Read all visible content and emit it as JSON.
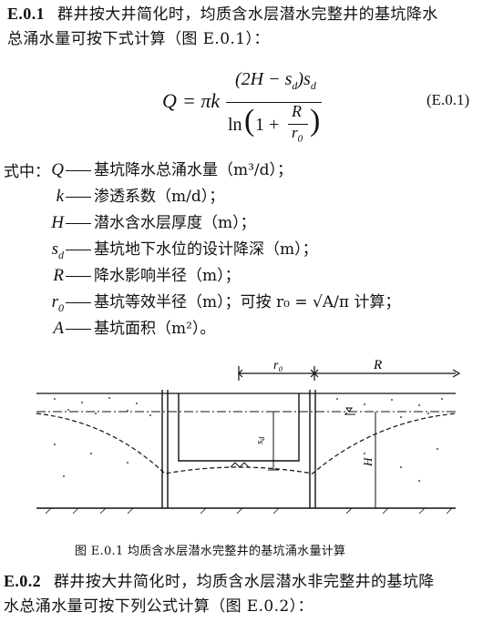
{
  "e01": {
    "number": "E.0.1",
    "line1": "群井按大井简化时，均质含水层潜水完整井的基坑降水",
    "line2": "总涌水量可按下式计算（图 E.0.1）："
  },
  "formula": {
    "lhs": "Q",
    "eq": "= πk",
    "numerator": "(2H − s",
    "numerator_sub": "d",
    "numerator_tail": ")s",
    "numerator_tail_sub": "d",
    "denominator_ln": "ln",
    "denominator_one": "1 +",
    "r_num": "R",
    "r_den": "r",
    "r_den_sub": "0",
    "number": "(E.0.1)"
  },
  "defs": {
    "intro": "式中：",
    "items": [
      {
        "sym": "Q",
        "sub": "",
        "text": "基坑降水总涌水量（m³/d）；"
      },
      {
        "sym": "k",
        "sub": "",
        "text": "渗透系数（m/d）；"
      },
      {
        "sym": "H",
        "sub": "",
        "text": "潜水含水层厚度（m）；"
      },
      {
        "sym": "s",
        "sub": "d",
        "text": "基坑地下水位的设计降深（m）；"
      },
      {
        "sym": "R",
        "sub": "",
        "text": "降水影响半径（m）；"
      },
      {
        "sym": "r",
        "sub": "0",
        "text": "基坑等效半径（m）；可按 r₀ = √A/π 计算；"
      },
      {
        "sym": "A",
        "sub": "",
        "text": "基坑面积（m²）。"
      }
    ]
  },
  "figure": {
    "label_r0": "r₀",
    "label_R": "R",
    "label_sd": "s_d",
    "label_H": "H",
    "caption": "图 E.0.1  均质含水层潜水完整井的基坑涌水量计算"
  },
  "e02": {
    "number": "E.0.2",
    "line1": "群井按大井简化时，均质含水层潜水非完整井的基坑降",
    "line2": "水总涌水量可按下列公式计算（图 E.0.2）："
  }
}
